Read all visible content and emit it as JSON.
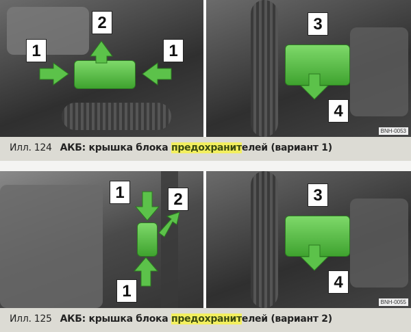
{
  "figures": [
    {
      "label": "Илл. 124",
      "title_pre": "АКБ: крышка блока ",
      "title_hl": "предохранит",
      "title_post": "елей (вариант 1)",
      "code": "BNH-0053",
      "left_numbers": [
        "1",
        "2",
        "1"
      ],
      "right_numbers": [
        "3",
        "4"
      ]
    },
    {
      "label": "Илл. 125",
      "title_pre": "АКБ: крышка блока ",
      "title_hl": "предохранит",
      "title_post": "елей (вариант 2)",
      "code": "BNH-0055",
      "left_numbers": [
        "1",
        "2",
        "1"
      ],
      "right_numbers": [
        "3",
        "4"
      ]
    }
  ],
  "colors": {
    "highlight": "#f3ef5f",
    "green": "#5cc24a",
    "caption_bg": "#dcdbd4"
  }
}
